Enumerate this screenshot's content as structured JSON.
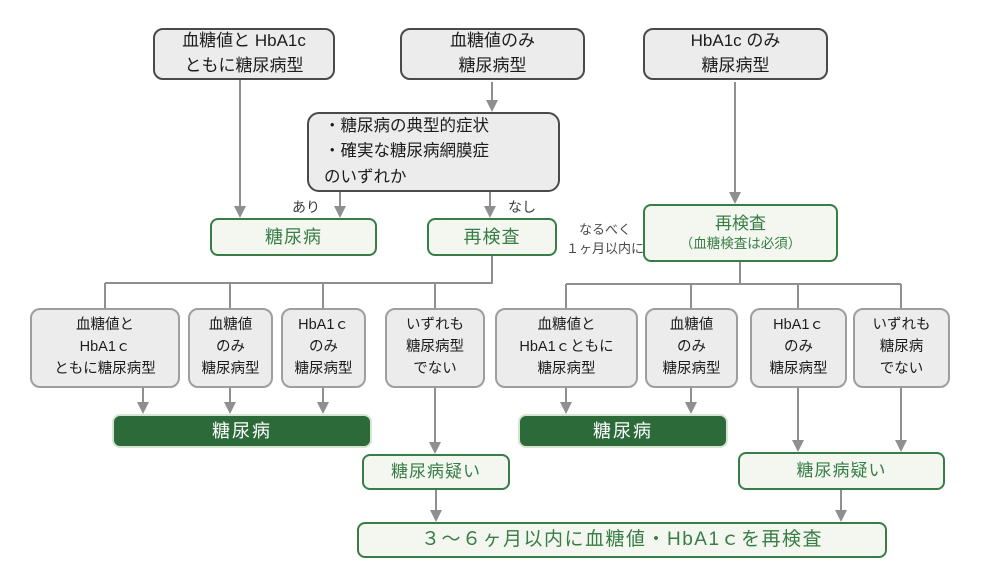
{
  "nodes": {
    "top_both": "血糖値と HbA1c\nともに糖尿病型",
    "top_glucose_only": "血糖値のみ\n糖尿病型",
    "top_hba1c_only": "HbA1c のみ\n糖尿病型",
    "symptoms": "・糖尿病の典型的症状\n・確実な糖尿病網膜症\nのいずれか",
    "diabetes_first": "糖尿病",
    "recheck_first": "再検査",
    "recheck_hba1c_title": "再検査",
    "recheck_hba1c_sub": "（血糖検査は必須）",
    "left_both": "血糖値と\nHbA1ｃ\nともに糖尿病型",
    "left_glucose_only": "血糖値\nのみ\n糖尿病型",
    "left_hba1c_only": "HbA1ｃ\nのみ\n糖尿病型",
    "left_neither": "いずれも\n糖尿病型\nでない",
    "right_both": "血糖値と\nHbA1ｃともに\n糖尿病型",
    "right_glucose_only": "血糖値\nのみ\n糖尿病型",
    "right_hba1c_only": "HbA1ｃ\nのみ\n糖尿病型",
    "right_neither": "いずれも\n糖尿病\nでない",
    "diabetes_left": "糖尿病",
    "diabetes_right": "糖尿病",
    "suspect_left": "糖尿病疑い",
    "suspect_right": "糖尿病疑い",
    "final_recheck": "３〜６ヶ月以内に血糖値・HbA1ｃを再検査"
  },
  "labels": {
    "ari": "あり",
    "nashi": "なし",
    "note": "なるべく\n１ヶ月以内に"
  },
  "colors": {
    "box_gray_fill": "#ececec",
    "box_gray_border_dark": "#4a4a4a",
    "box_gray_border_light": "#9e9e9e",
    "green": "#387d46",
    "green_light_fill": "#f3f7f0",
    "green_dark_fill": "#2d6a39",
    "connector_gray": "#8f8f8f"
  }
}
